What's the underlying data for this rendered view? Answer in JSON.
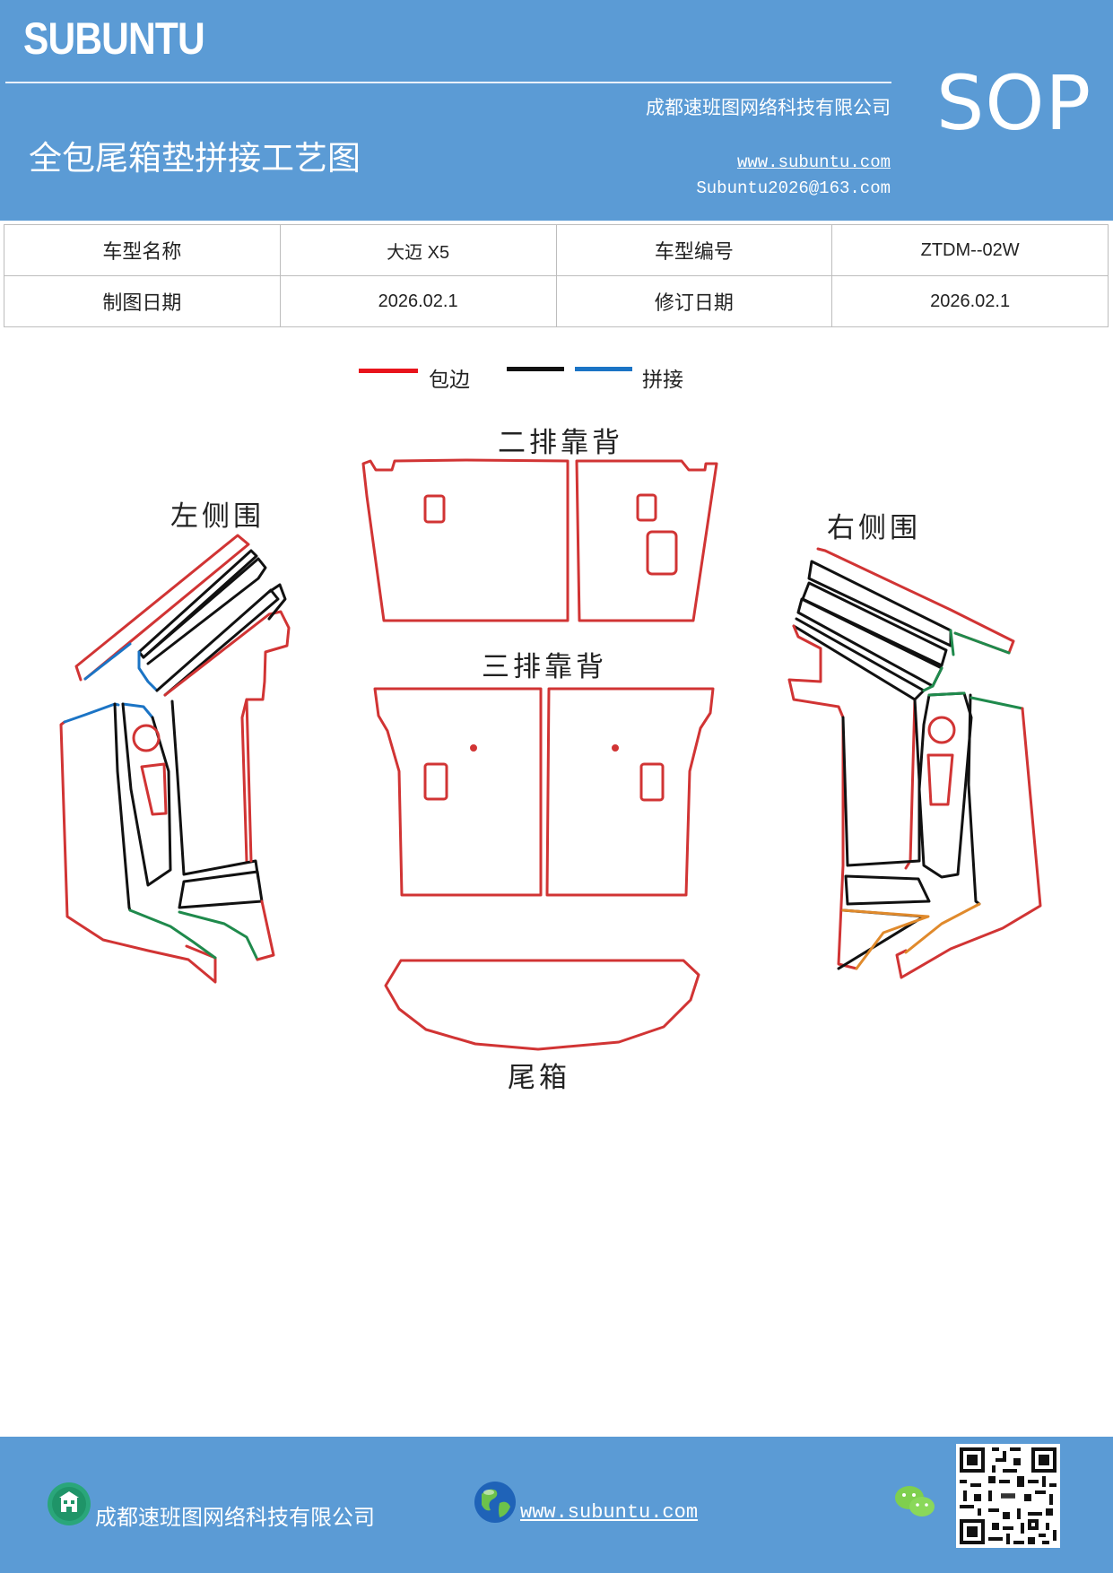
{
  "header": {
    "brand": "SUBUNTU",
    "company": "成都速班图网络科技有限公司",
    "title": "全包尾箱垫拼接工艺图",
    "website": "www.subuntu.com",
    "email": "Subuntu2026@163.com",
    "badge": "SOP"
  },
  "info_table": {
    "row1": {
      "label1": "车型名称",
      "value1": "大迈 X5",
      "label2": "车型编号",
      "value2": "ZTDM--02W"
    },
    "row2": {
      "label1": "制图日期",
      "value1": "2026.02.1",
      "label2": "修订日期",
      "value2": "2026.02.1"
    }
  },
  "legend": {
    "wrap_label": "包边",
    "splice_label": "拼接",
    "wrap_color": "#e8141c",
    "splice_colors": [
      "#111111",
      "#1b74c5"
    ]
  },
  "panels": {
    "second_row_back": "二排靠背",
    "third_row_back": "三排靠背",
    "left_side": "左侧围",
    "right_side": "右侧围",
    "trunk": "尾箱"
  },
  "footer": {
    "company": "成都速班图网络科技有限公司",
    "website": "www.subuntu.com"
  },
  "colors": {
    "header_bg": "#5b9bd5",
    "outline_red": "#d13434",
    "green": "#1f8a4c",
    "orange": "#e08a2c",
    "blue": "#1b74c5"
  }
}
